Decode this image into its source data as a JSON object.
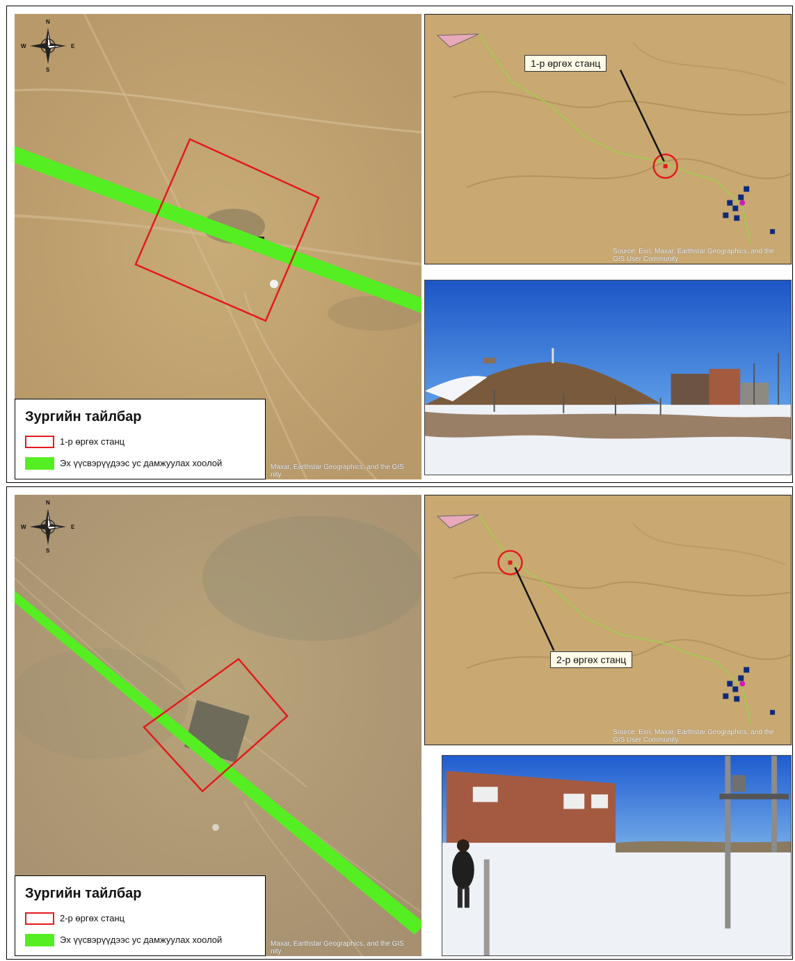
{
  "compass": {
    "n": "N",
    "s": "S",
    "e": "E",
    "w": "W"
  },
  "colors": {
    "pipeline": "#55ee22",
    "station_box": "#e31a1c",
    "desert": "#c9a871",
    "sky": "#2a5fc0"
  },
  "panels": [
    {
      "legend": {
        "title": "Зургийн тайлбар",
        "station_label": "1-р өргөх станц",
        "pipeline_label": "Эх үүсвэрүүдээс ус дамжуулах хоолой"
      },
      "sat_credit": "Maxar, Earthstar Geographics, and the GIS",
      "sat_credit_tail": "nity",
      "overview_callout": "1-р өргөх станц",
      "overview_credit_line1": "Source: Esri, Maxar, Earthstar Geographics, and the",
      "overview_credit_line2": "GIS User Community"
    },
    {
      "legend": {
        "title": "Зургийн тайлбар",
        "station_label": "2-р өргөх станц",
        "pipeline_label": "Эх үүсвэрүүдээс ус дамжуулах хоолой"
      },
      "sat_credit": "Maxar, Earthstar Geographics, and the GIS",
      "sat_credit_tail": "nity",
      "overview_callout": "2-р өргөх станц",
      "overview_credit_line1": "Source: Esri, Maxar, Earthstar Geographics, and the",
      "overview_credit_line2": "GIS User Community"
    }
  ]
}
